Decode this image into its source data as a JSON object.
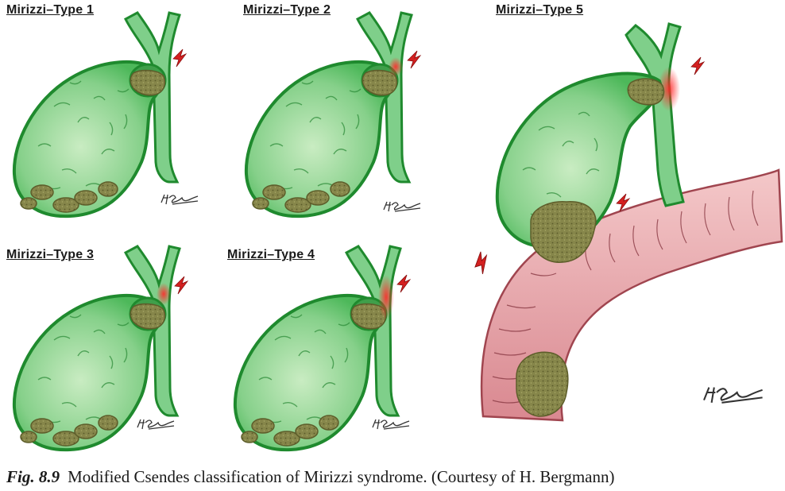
{
  "panels": [
    {
      "title": "Mirizzi–Type 1"
    },
    {
      "title": "Mirizzi–Type 2"
    },
    {
      "title": "Mirizzi–Type 3"
    },
    {
      "title": "Mirizzi–Type 4"
    },
    {
      "title": "Mirizzi–Type 5"
    }
  ],
  "caption": {
    "figure_label": "Fig. 8.9",
    "text": "Modified Csendes classification of Mirizzi syndrome. (Courtesy of H. Bergmann)"
  },
  "colors": {
    "gallbladder_fill": "#8fd48f",
    "gallbladder_outline": "#1f8a2e",
    "duct_fill": "#7fcf8a",
    "stone": "#8a8a4a",
    "duodenum_fill": "#e7a3a6",
    "duodenum_outline": "#a0454f",
    "lightning": "#d42020",
    "inflammation": "#e53030"
  },
  "icons": [
    "lightning-icon",
    "signature-icon"
  ]
}
